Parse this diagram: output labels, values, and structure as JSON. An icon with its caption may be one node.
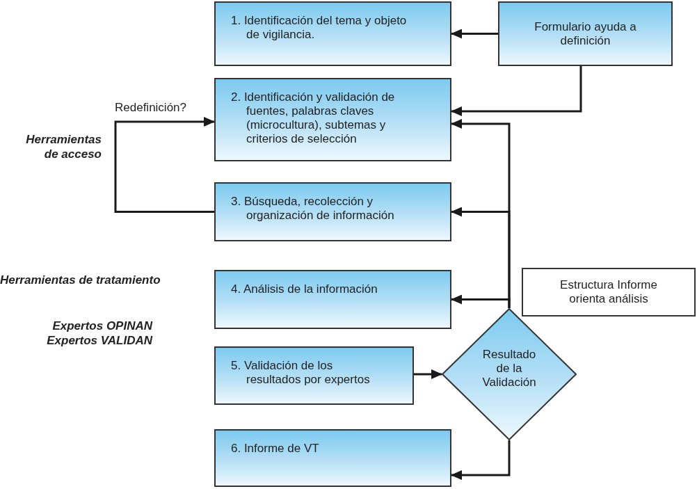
{
  "diagram": {
    "nodes": [
      {
        "text": [
          "1. Identificación del tema y objeto de vigilancia."
        ]
      },
      {
        "text": [
          "Formulario ayuda a definición"
        ]
      },
      {
        "text": [
          "2. Identificación y validación de fuentes, palabras claves (microcultura), subtemas y criterios de selección"
        ]
      },
      {
        "text": [
          "3. Búsqueda, recolección y organización de información"
        ]
      },
      {
        "text": [
          "Estructura Informe orienta análisis"
        ]
      },
      {
        "text": [
          "4. Análisis de la información"
        ]
      },
      {
        "text": [
          "5. Validación de los resultados por expertos"
        ]
      },
      {
        "text": [
          "Resultado de la Validación"
        ]
      },
      {
        "text": [
          "6. Informe de VT"
        ]
      }
    ],
    "edges": [
      {
        "from": 1,
        "to": 0,
        "arrow": "to"
      },
      {
        "from": 1,
        "to": 2,
        "arrow": "to"
      },
      {
        "from": 3,
        "to": 2,
        "arrow": "to",
        "label": "Redefinición?"
      },
      {
        "from": 7,
        "to": 2,
        "arrow": "to"
      },
      {
        "from": 7,
        "to": 3,
        "arrow": "to"
      },
      {
        "from": 7,
        "to": 5,
        "arrow": "to"
      },
      {
        "from": 6,
        "to": 7,
        "arrow": "to"
      },
      {
        "from": 7,
        "to": 8,
        "arrow": "to"
      }
    ],
    "labels": [
      "Herramientas de acceso",
      "Herramientas de tratamiento",
      "Expertos OPINAN",
      "Expertos VALIDAN"
    ]
  }
}
